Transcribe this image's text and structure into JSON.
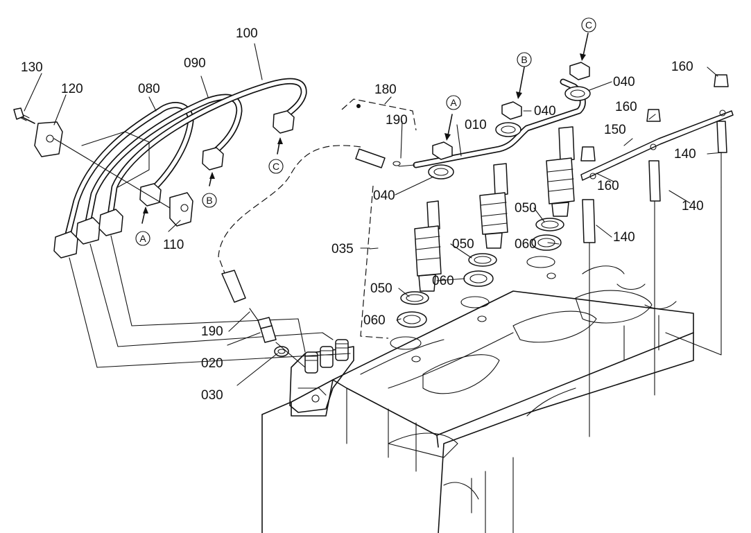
{
  "part_labels": {
    "p100": "100",
    "p130": "130",
    "p090": "090",
    "p120": "120",
    "p080": "080",
    "p180": "180",
    "p190a": "190",
    "p010": "010",
    "p040a": "040",
    "p040b": "040",
    "p040c": "040",
    "p160a": "160",
    "p160b": "160",
    "p160c": "160",
    "p150": "150",
    "p140a": "140",
    "p140b": "140",
    "p140c": "140",
    "p050a": "050",
    "p050b": "050",
    "p050c": "050",
    "p060a": "060",
    "p060b": "060",
    "p060c": "060",
    "p035": "035",
    "p110": "110",
    "p190b": "190",
    "p020": "020",
    "p030": "030"
  },
  "callouts": {
    "a1": "A",
    "b1": "B",
    "c1": "C",
    "a2": "A",
    "b2": "B",
    "c2": "C"
  }
}
